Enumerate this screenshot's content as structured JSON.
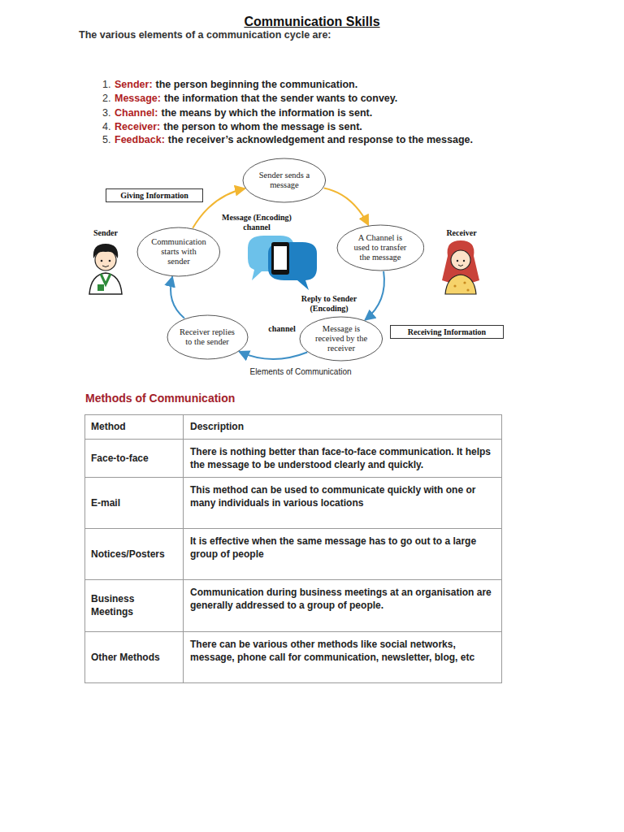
{
  "diagram": {
    "title": "Communication Skills",
    "nodes": [
      {
        "text": [
          "Giving Information"
        ]
      },
      {
        "text": [
          "Communication starts with sender"
        ]
      },
      {
        "text": [
          "Sender sends a message"
        ]
      },
      {
        "text": [
          "A Channel is used to transfer the message"
        ]
      },
      {
        "text": [
          "Message is received by the receiver"
        ]
      },
      {
        "text": [
          "Receiver replies to the sender"
        ]
      },
      {
        "text": [
          "Receiving Information"
        ]
      }
    ],
    "edges": [
      {
        "from": 1,
        "to": 2,
        "arrow": "to"
      },
      {
        "from": 2,
        "to": 3,
        "arrow": "to"
      },
      {
        "from": 3,
        "to": 4,
        "arrow": "to"
      },
      {
        "from": 4,
        "to": 5,
        "arrow": "to"
      },
      {
        "from": 5,
        "to": 1,
        "arrow": "to"
      }
    ],
    "labels": [
      "The various elements of a communication cycle are:",
      "1.",
      "Sender:",
      "the person beginning the communication.",
      "2.",
      "Message:",
      "the information that the sender wants to convey.",
      "3.",
      "Channel:",
      "the means by which the information is sent.",
      "4.",
      "Receiver:",
      "the person to whom the message is sent.",
      "5.",
      "Feedback:",
      "the receiver’s acknowledgement and response to the message.",
      "Sender",
      "Receiver",
      "Message (Encoding) channel",
      "Reply to Sender (Encoding)",
      "channel",
      "Elements of Communication",
      "Methods of Communication",
      "Method",
      "Description",
      "Face-to-face",
      "There is nothing better than face-to-face communication. It helps the message to be understood clearly and quickly.",
      "E-mail",
      "This method can be used to communicate quickly with one or many individuals in various locations",
      "Notices/Posters",
      "It is effective when the same message has to go out to a large group of people",
      "Business Meetings",
      "Communication during business meetings at an organisation are generally addressed to a group of people.",
      "Other Methods",
      "There can be various other methods like social networks, message, phone call for communication, newsletter, blog, etc"
    ]
  }
}
